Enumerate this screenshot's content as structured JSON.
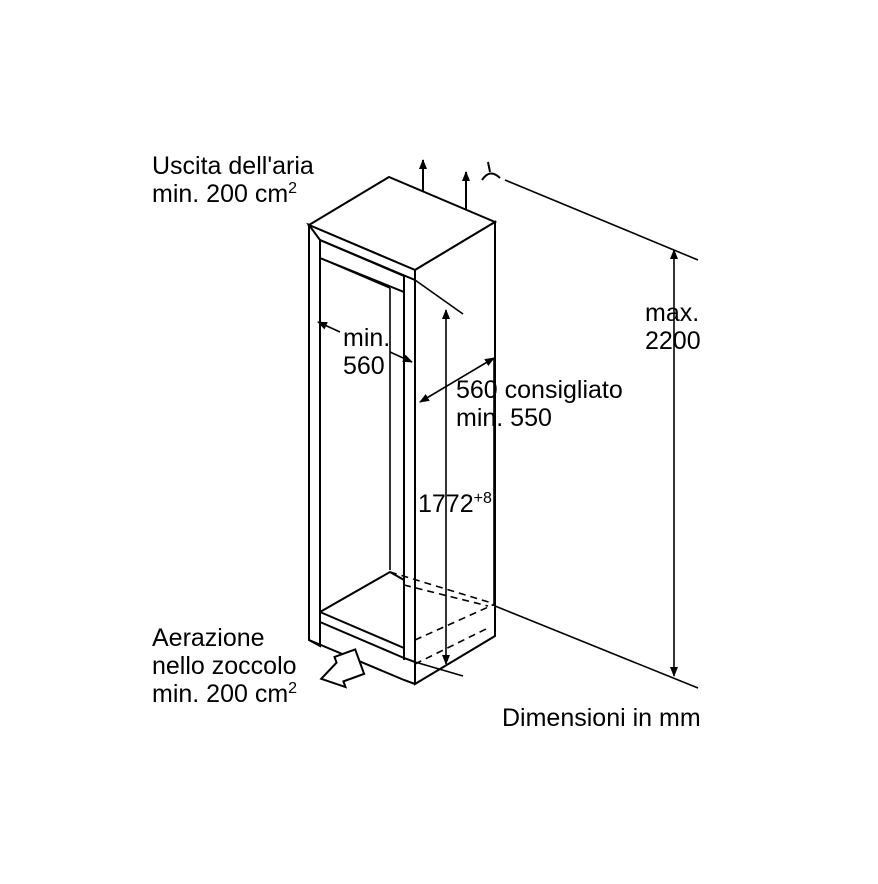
{
  "labels": {
    "air_outlet_line1": "Uscita dell'aria",
    "air_outlet_line2": "min. 200 cm",
    "air_outlet_sup": "2",
    "width_line1": "min.",
    "width_line2": "560",
    "depth_line1": "560 consigliato",
    "depth_line2": "min. 550",
    "height_inner": "1772",
    "height_inner_sup": "+8",
    "height_max_line1": "max.",
    "height_max_line2": "2200",
    "plinth_line1": "Aerazione",
    "plinth_line2": "nello zoccolo",
    "plinth_line3": "min. 200 cm",
    "plinth_sup": "2",
    "units": "Dimensioni in mm"
  },
  "colors": {
    "ink": "#000000",
    "background": "#ffffff"
  }
}
